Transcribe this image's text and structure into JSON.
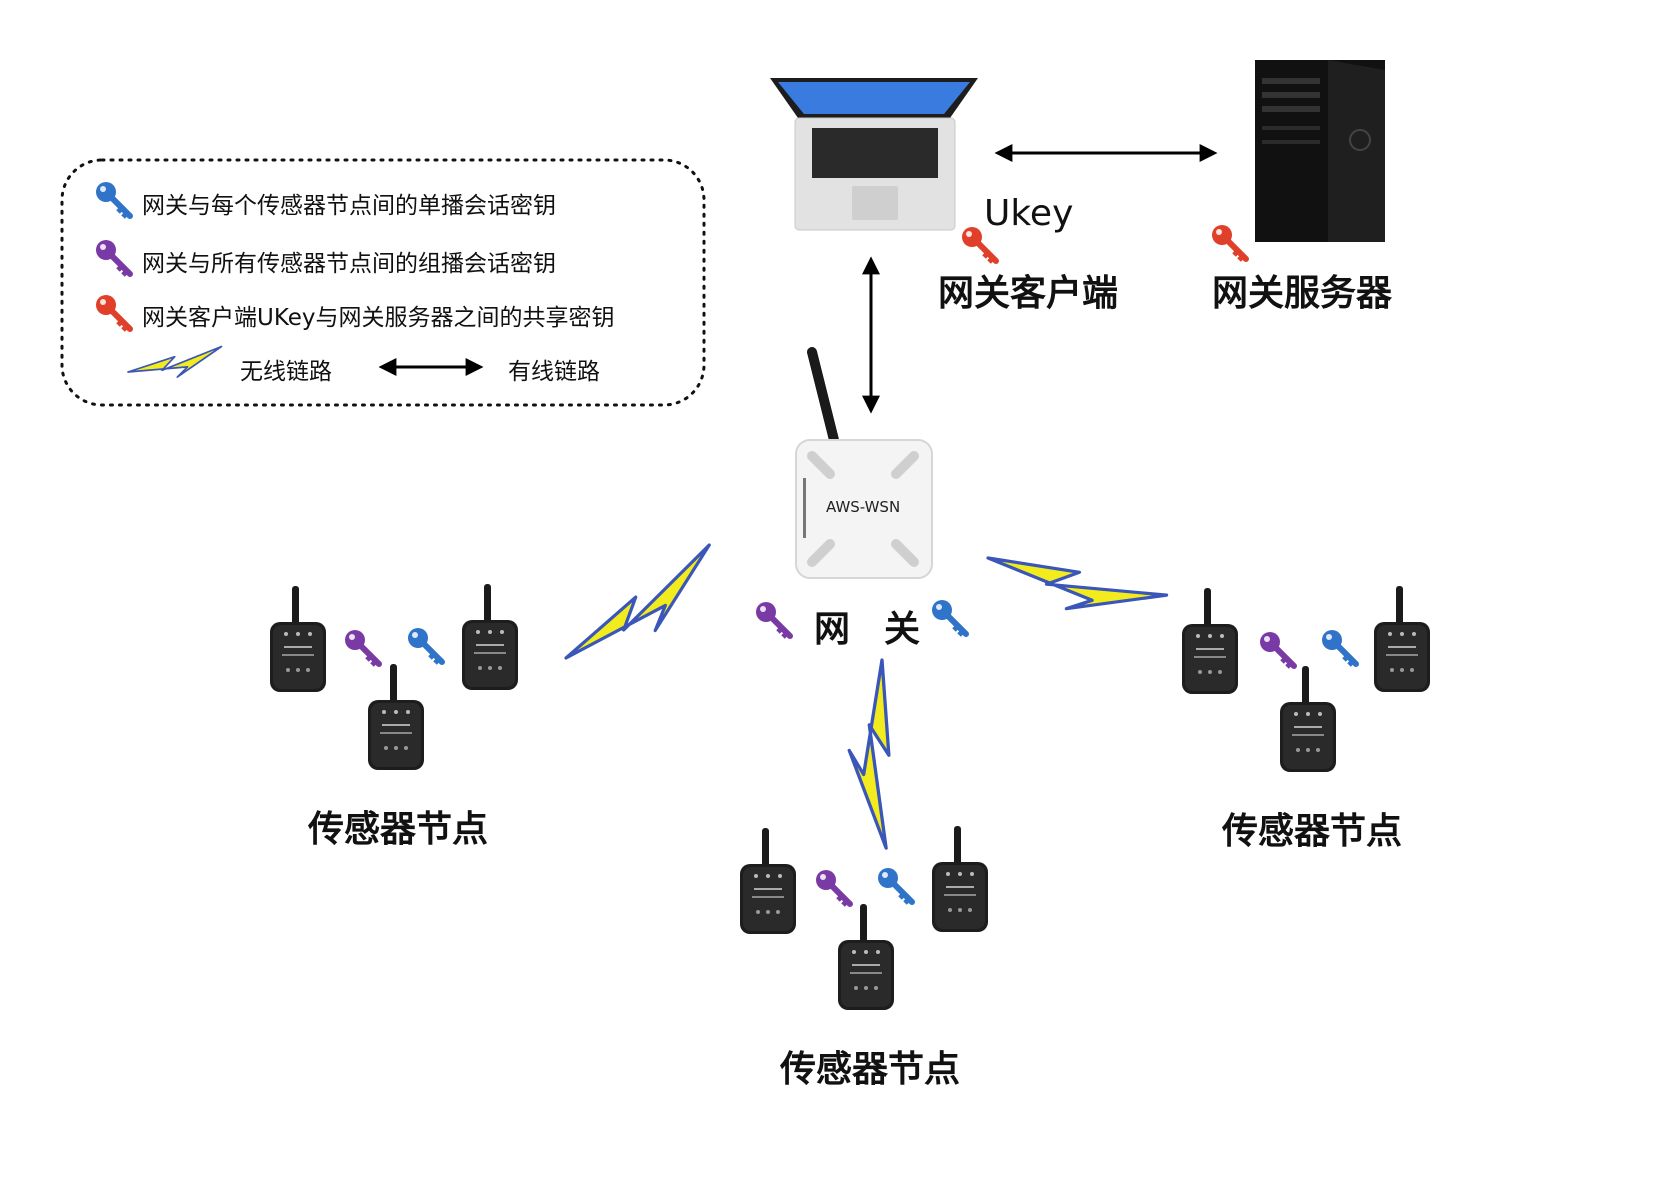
{
  "legend": {
    "unicast_key": "网关与每个传感器节点间的单播会话密钥",
    "multicast_key": "网关与所有传感器节点间的组播会话密钥",
    "shared_key": "网关客户端UKey与网关服务器之间的共享密钥",
    "wireless_link": "无线链路",
    "wired_link": "有线链路"
  },
  "colors": {
    "unicast_key": "#2f74c8",
    "multicast_key": "#7a3aa6",
    "shared_key": "#e0402a",
    "lightning": "#f2ec1e",
    "lightning_edge": "#3a56b8"
  },
  "nodes": {
    "client_label": "网关客户端",
    "ukey_label": "Ukey",
    "server_label": "网关服务器",
    "gateway_device_text": "AWS-WSN",
    "gateway_label_left": "网",
    "gateway_label_right": "关",
    "sensor_label_left": "传感器节点",
    "sensor_label_bottom": "传感器节点",
    "sensor_label_right": "传感器节点"
  },
  "icons": {
    "key": "key-icon",
    "lightning": "lightning-icon",
    "laptop": "laptop-icon",
    "tower": "server-tower-icon",
    "router": "router-icon",
    "sensor": "sensor-node-icon"
  }
}
